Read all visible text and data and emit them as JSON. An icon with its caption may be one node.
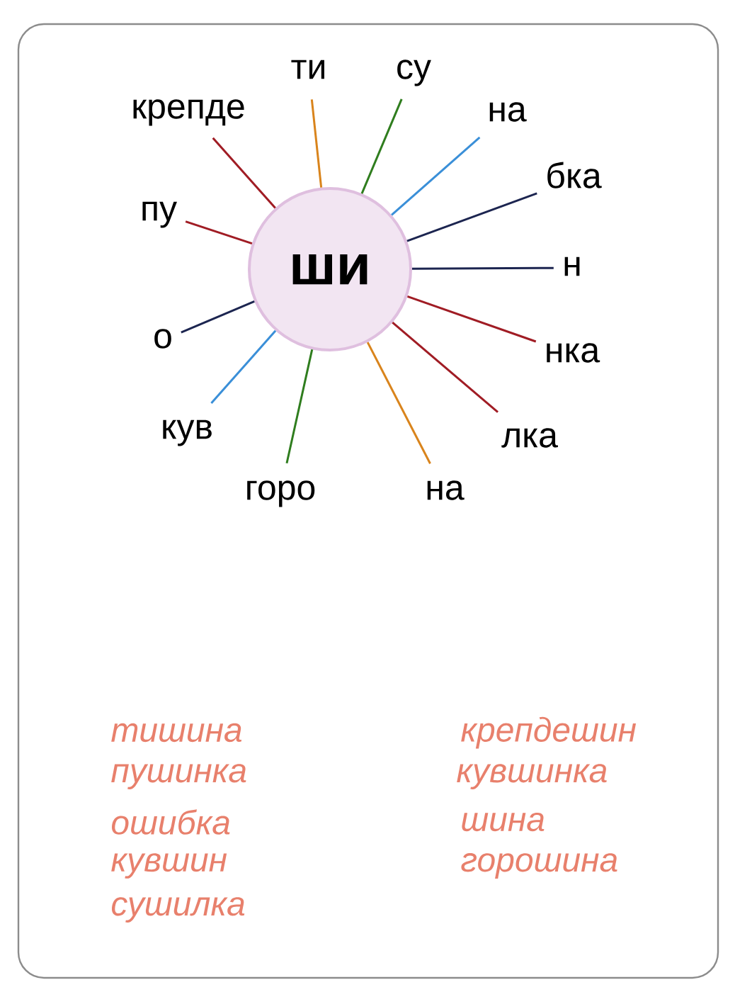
{
  "diagram": {
    "nodes": [
      {
        "text": [
          "ши"
        ]
      },
      {
        "text": [
          "ти"
        ]
      },
      {
        "text": [
          "су"
        ]
      },
      {
        "text": [
          "на"
        ]
      },
      {
        "text": [
          "бка"
        ]
      },
      {
        "text": [
          "н"
        ]
      },
      {
        "text": [
          "нка"
        ]
      },
      {
        "text": [
          "лка"
        ]
      },
      {
        "text": [
          "на"
        ]
      },
      {
        "text": [
          "горо"
        ]
      },
      {
        "text": [
          "кув"
        ]
      },
      {
        "text": [
          "о"
        ]
      },
      {
        "text": [
          "пу"
        ]
      },
      {
        "text": [
          "крепде"
        ]
      }
    ],
    "edges": [
      {
        "from": 0,
        "to": 1,
        "arrow": "none",
        "color": "#d9841c"
      },
      {
        "from": 0,
        "to": 2,
        "arrow": "none",
        "color": "#2f7d1e"
      },
      {
        "from": 0,
        "to": 3,
        "arrow": "none",
        "color": "#3a8fd8"
      },
      {
        "from": 0,
        "to": 4,
        "arrow": "none",
        "color": "#1c2550"
      },
      {
        "from": 0,
        "to": 5,
        "arrow": "none",
        "color": "#1c2550"
      },
      {
        "from": 0,
        "to": 6,
        "arrow": "none"
      },
      {
        "from": 0,
        "to": 7,
        "arrow": "none"
      },
      {
        "from": 0,
        "to": 8,
        "arrow": "none",
        "color": "#d9841c"
      },
      {
        "from": 0,
        "to": 9,
        "arrow": "none",
        "color": "#2f7d1e"
      },
      {
        "from": 0,
        "to": 10,
        "arrow": "none",
        "color": "#3a8fd8"
      },
      {
        "from": 0,
        "to": 11,
        "arrow": "none",
        "color": "#1c2550"
      },
      {
        "from": 0,
        "to": 12,
        "arrow": "none"
      },
      {
        "from": 0,
        "to": 13,
        "arrow": "none"
      }
    ],
    "labels": [
      "тишина",
      "крепдешин",
      "пушинка",
      "кувшинка",
      "ошибка",
      "шина",
      "кувшин",
      "горошина",
      "сушилка"
    ]
  }
}
